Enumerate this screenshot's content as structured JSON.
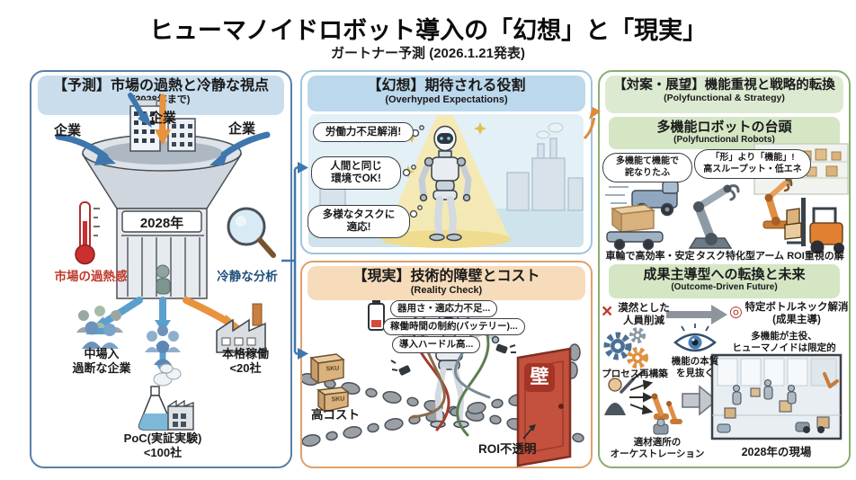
{
  "title": "ヒューマノイドロボット導入の「幻想」と「現実」",
  "subtitle": "ガートナー予測 (2026.1.21発表)",
  "colors": {
    "forecast_border": "#5a7fa8",
    "forecast_header": "#c9dded",
    "illusion_border": "#9fc4de",
    "illusion_header": "#bcd8ec",
    "reality_border": "#dfa06b",
    "reality_header": "#f6dcba",
    "strategy_border": "#8aae71",
    "strategy_header": "#dcead2",
    "hot_red": "#c0392b",
    "cool_navy": "#1f4e79",
    "arrow_blue": "#3e76ad",
    "arrow_orange": "#e08a3c"
  },
  "forecast": {
    "title": "【予測】市場の過熱と冷静な視点",
    "period": "(2028年まで)",
    "company1": "企業",
    "company2": "企業",
    "company3": "企業",
    "funnel_year": "2028年",
    "overheat": "市場の過熱感",
    "calm": "冷静な分析",
    "exit_left": "中場入\n過断な企業",
    "exit_right": "本格稼働\n<20社",
    "exit_bottom": "PoC(実証実験)\n<100社"
  },
  "illusion": {
    "title": "【幻想】期待される役割",
    "subtitle": "(Overhyped Expectations)",
    "bubble1": "労働力不足解消!",
    "bubble2": "人間と同じ\n環境でOK!",
    "bubble3": "多様なタスクに\n適応!"
  },
  "reality": {
    "title": "【現実】技術的障壁とコスト",
    "subtitle": "(Reality Check)",
    "bubble1": "器用さ・適応力不足...",
    "bubble2": "稼働時間の制約(バッテリー)...",
    "bubble3": "導入ハードル高...",
    "cost": "高コスト",
    "roi": "ROI不透明",
    "wall": "壁",
    "sku1": "SKU",
    "sku2": "SKU"
  },
  "strategy": {
    "title": "【対案・展望】機能重視と戦略的転換",
    "subtitle": "(Polyfunctional & Strategy)",
    "poly": {
      "title": "多機能ロボットの台頭",
      "subtitle": "(Polyfunctional Robots)",
      "bubble1": "多機能て機能で\n詫なりたふ",
      "bubble2": "「形」より「機能」!\n高スループット・低エネ",
      "label1": "車輪で高効率・安定",
      "label2": "タスク特化型アーム",
      "label3": "ROI重視の解"
    },
    "outcome": {
      "title": "成果主導型への転換と未来",
      "subtitle": "(Outcome-Driven Future)",
      "bad_mark": "×",
      "bad": "漠然とした\n人員削減",
      "good_mark": "◎",
      "good": "特定ボトルネック解消\n(成果主導)",
      "process": "プロセス再構築",
      "essence": "機能の本質\nを見抜く",
      "orchestration": "適材適所の\nオーケストレーション",
      "note": "多機能が主役、\nヒューマノイドは限定的",
      "scene": "2028年の現場"
    }
  }
}
